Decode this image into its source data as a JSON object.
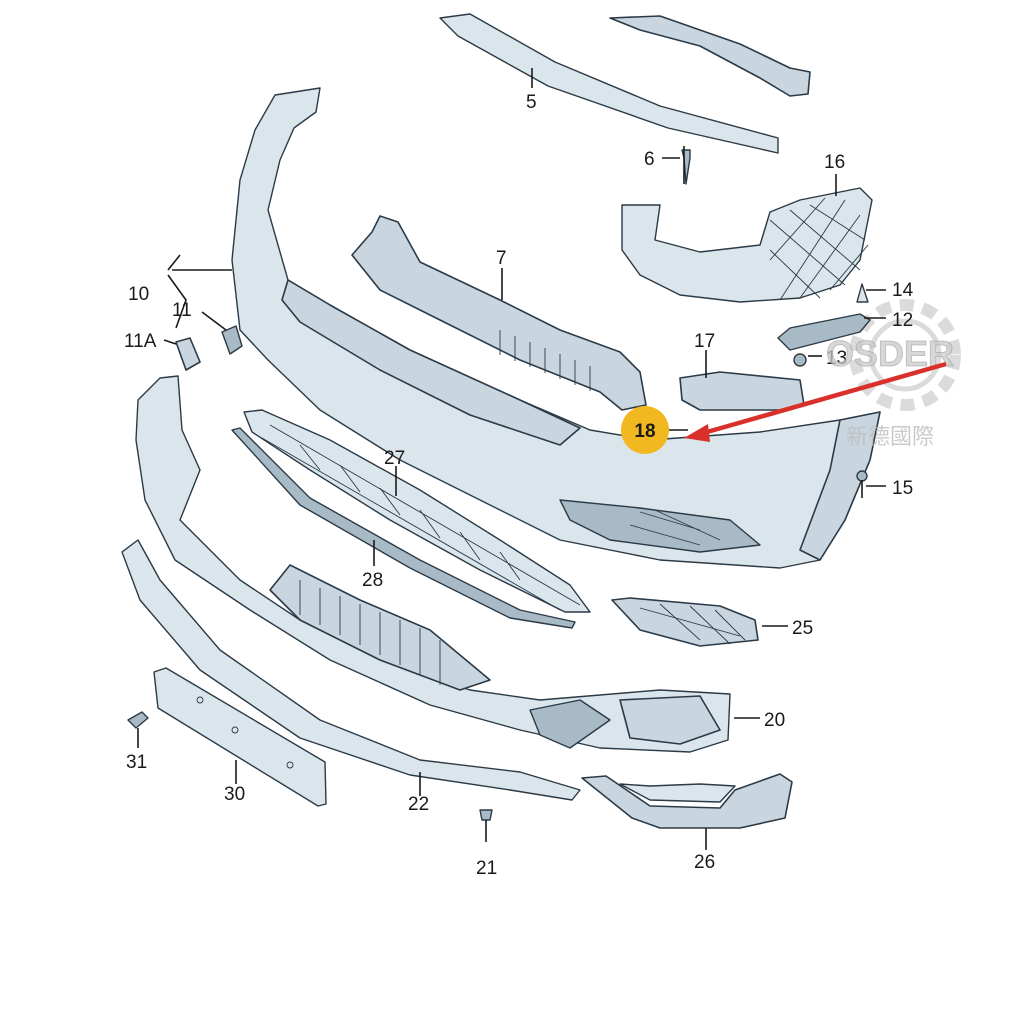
{
  "diagram": {
    "callouts": [
      {
        "id": "c5",
        "label": "5"
      },
      {
        "id": "c6",
        "label": "6"
      },
      {
        "id": "c7",
        "label": "7"
      },
      {
        "id": "c10",
        "label": "10"
      },
      {
        "id": "c11",
        "label": "11"
      },
      {
        "id": "c11a",
        "label": "11A"
      },
      {
        "id": "c12",
        "label": "12"
      },
      {
        "id": "c13",
        "label": "13"
      },
      {
        "id": "c14",
        "label": "14"
      },
      {
        "id": "c15",
        "label": "15"
      },
      {
        "id": "c16",
        "label": "16"
      },
      {
        "id": "c17",
        "label": "17"
      },
      {
        "id": "c20",
        "label": "20"
      },
      {
        "id": "c21",
        "label": "21"
      },
      {
        "id": "c22",
        "label": "22"
      },
      {
        "id": "c25",
        "label": "25"
      },
      {
        "id": "c26",
        "label": "26"
      },
      {
        "id": "c27",
        "label": "27"
      },
      {
        "id": "c28",
        "label": "28"
      },
      {
        "id": "c30",
        "label": "30"
      },
      {
        "id": "c31",
        "label": "31"
      }
    ],
    "highlight": {
      "label": "18",
      "color": "#f2b820",
      "arrow_color": "#d9302b"
    },
    "watermark": {
      "brand": "OSDER",
      "cjk": "新德國際"
    },
    "colors": {
      "part_fill": "#c9d6e0",
      "outline": "#2b3a46"
    }
  }
}
